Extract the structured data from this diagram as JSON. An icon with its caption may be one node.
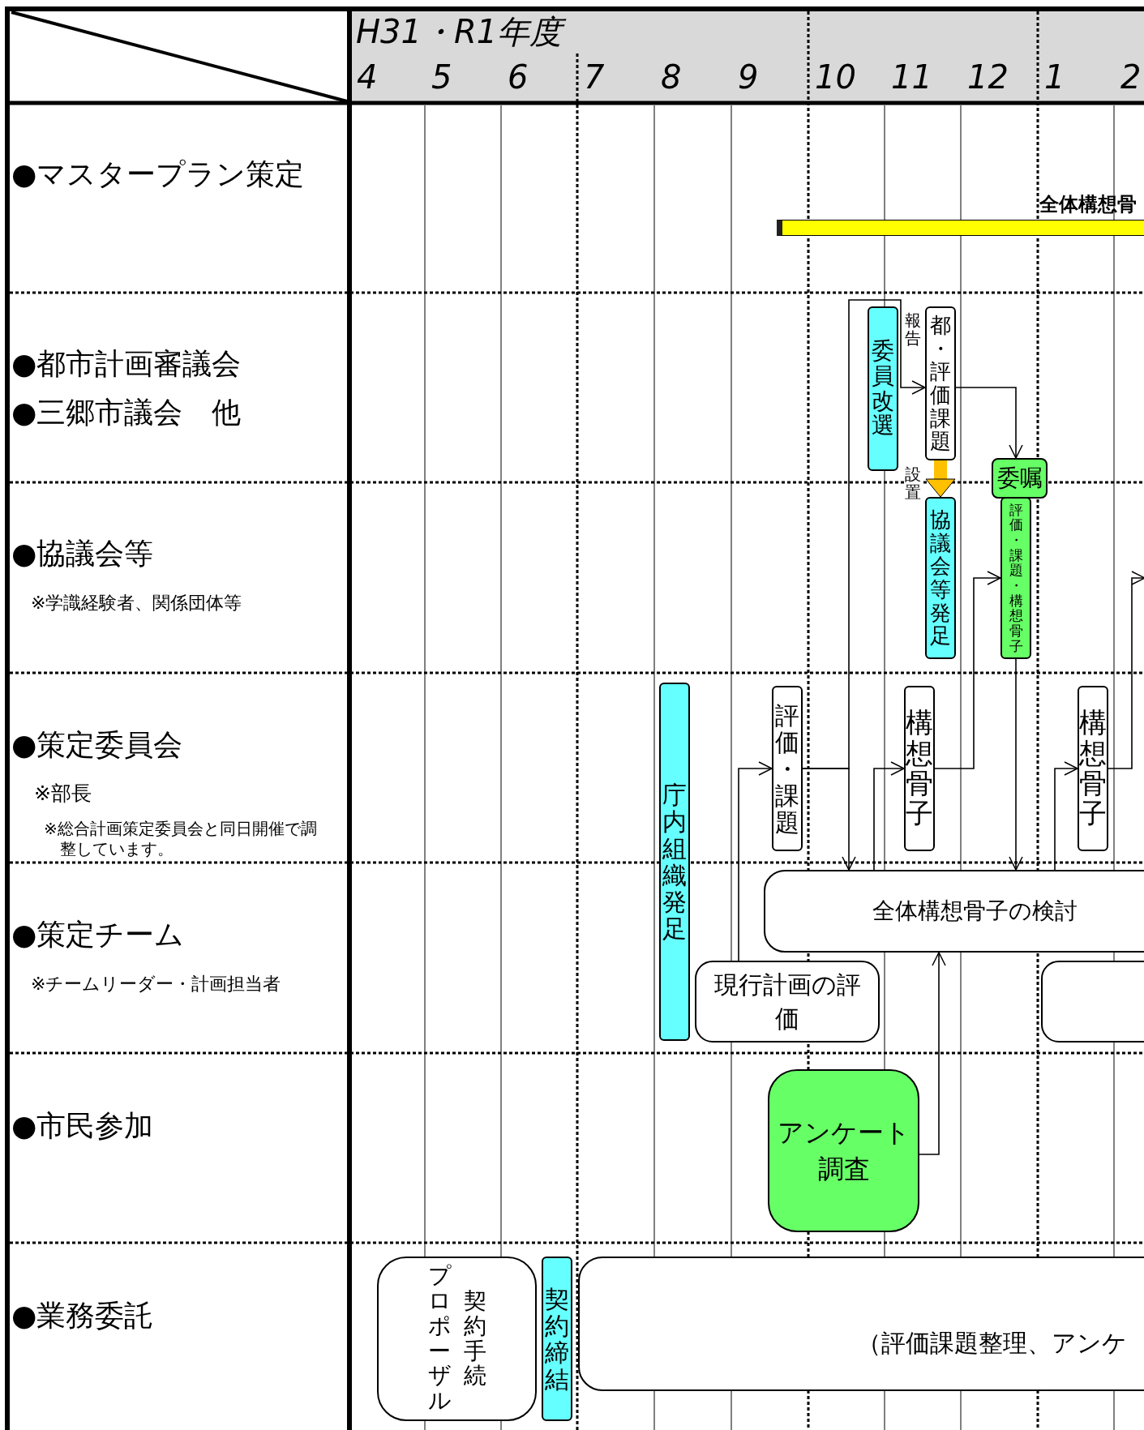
{
  "diagram": {
    "nodes": [
      {
        "text": [
          "全体構想骨"
        ]
      },
      {
        "text": [
          "委員改選"
        ]
      },
      {
        "text": [
          "都・評価課題"
        ]
      },
      {
        "text": [
          "委嘱"
        ]
      },
      {
        "text": [
          "協議会等発足"
        ]
      },
      {
        "text": [
          "評価・課題・構想骨子"
        ]
      },
      {
        "text": [
          "庁内組織発足"
        ]
      },
      {
        "text": [
          "評価・課題"
        ]
      },
      {
        "text": [
          "構想骨子"
        ]
      },
      {
        "text": [
          "構想骨子"
        ]
      },
      {
        "text": [
          "全体構想骨子の検討"
        ]
      },
      {
        "text": [
          "現行計画の評価"
        ]
      },
      {
        "text": [],
        "shape": "box"
      },
      {
        "text": [
          "アンケート調査"
        ]
      },
      {
        "text": [
          "プロポーザル",
          "契約手続"
        ]
      },
      {
        "text": [
          "契約締結"
        ]
      },
      {
        "text": [
          "（評価課題整理、アンケ"
        ]
      }
    ],
    "edges": [
      {
        "from": 11,
        "to": 7,
        "arrow": "to"
      },
      {
        "from": 7,
        "to": 2,
        "arrow": "to",
        "label": "報告"
      },
      {
        "from": 7,
        "to": 10,
        "arrow": "to"
      },
      {
        "from": 2,
        "to": 3,
        "arrow": "to"
      },
      {
        "from": 2,
        "to": 4,
        "arrow": "to",
        "label": "設置",
        "style": "thick",
        "color": "#ffc000"
      },
      {
        "from": 10,
        "to": 8,
        "arrow": "to"
      },
      {
        "from": 8,
        "to": 5,
        "arrow": "to"
      },
      {
        "from": 5,
        "to": 10,
        "arrow": "to"
      },
      {
        "from": 10,
        "to": 9,
        "arrow": "to"
      },
      {
        "from": 9,
        "to": null,
        "arrow": "to"
      },
      {
        "from": 13,
        "to": 10,
        "arrow": "to"
      }
    ],
    "labels": [
      "H31・R1年度",
      "4",
      "5",
      "6",
      "7",
      "8",
      "9",
      "10",
      "11",
      "12",
      "1",
      "2",
      "●マスタープラン策定",
      "●都市計画審議会",
      "●三郷市議会　他",
      "●協議会等",
      "※学識経験者、関係団体等",
      "●策定委員会",
      "※部長",
      "※総合計画策定委員会と同日開催で調整しています。",
      "●策定チーム",
      "※チームリーダー・計画担当者",
      "●市民参加",
      "●業務委託"
    ]
  }
}
